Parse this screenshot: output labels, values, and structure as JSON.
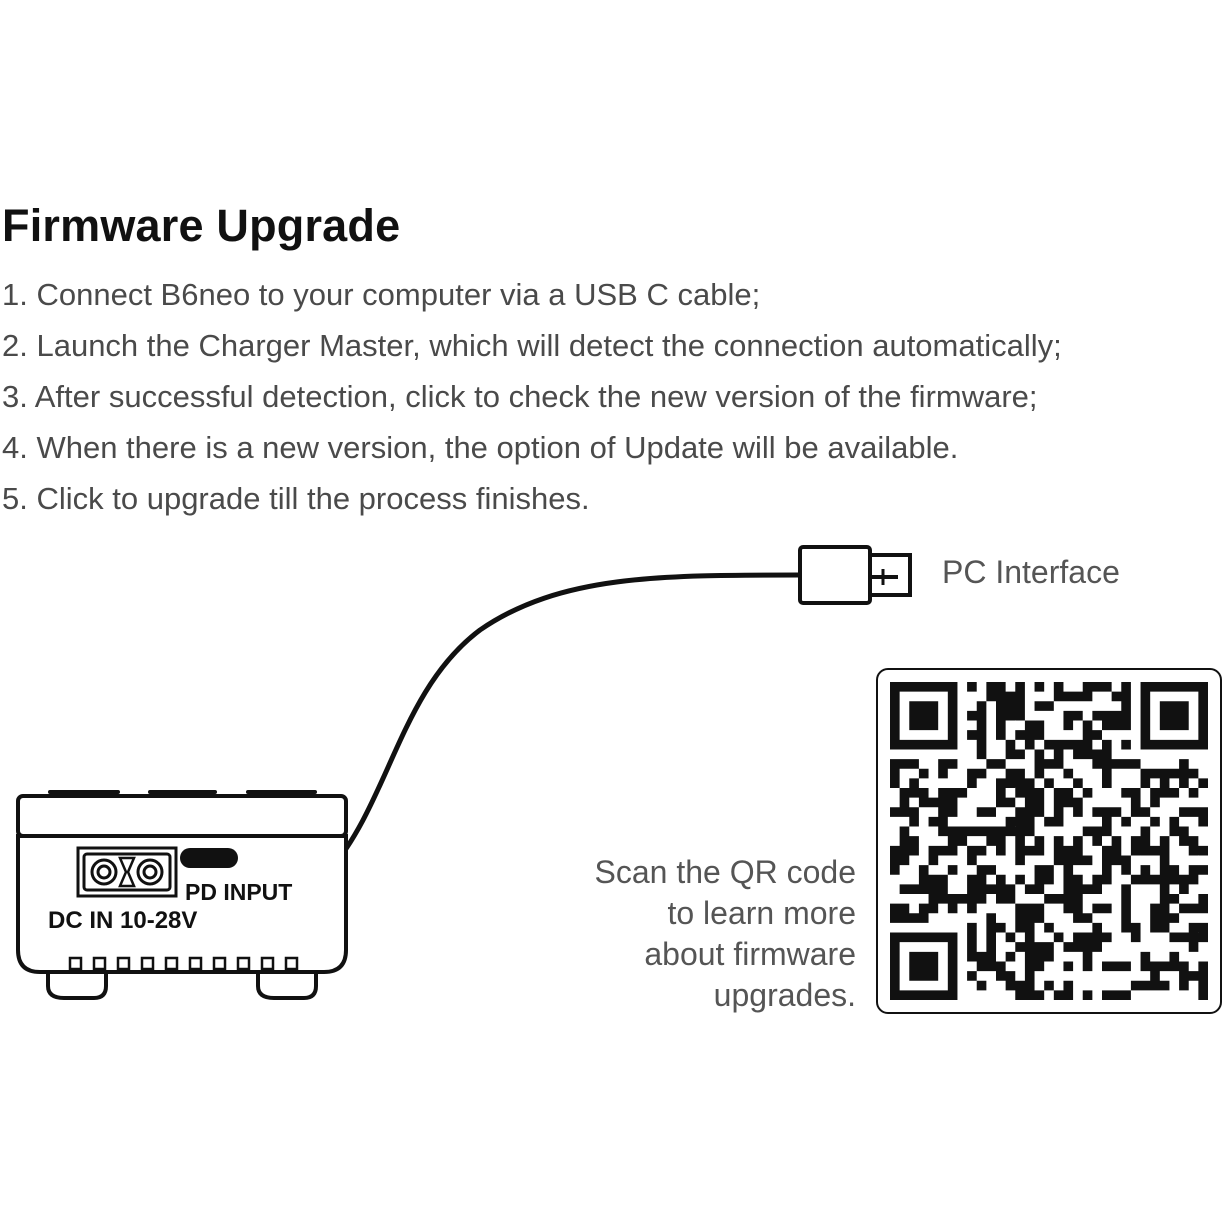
{
  "title": "Firmware Upgrade",
  "steps": [
    "1. Connect B6neo to your computer via a USB C cable;",
    "2. Launch the Charger Master, which will detect the connection automatically;",
    "3. After successful detection, click to check the new version of the firmware;",
    "4. When there is a new version, the option of Update will be available.",
    "5. Click to upgrade till the process finishes."
  ],
  "pc_interface_label": "PC Interface",
  "device": {
    "dc_label": "DC IN 10-28V",
    "pd_label": "PD INPUT"
  },
  "scan_text": [
    "Scan the QR code",
    "to learn more",
    "about firmware",
    "upgrades."
  ],
  "icons": [
    "usb-plug-icon",
    "qr-code-icon",
    "charger-device-icon"
  ]
}
